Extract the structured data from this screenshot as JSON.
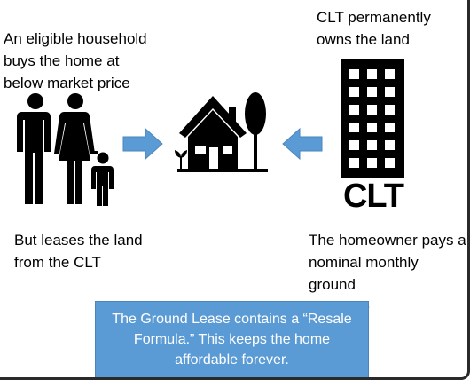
{
  "labels": {
    "left_top": "An eligible household\nbuys the home at\nbelow market price",
    "right_top": "CLT permanently\nowns the land",
    "left_bottom": "But leases the land\nfrom the CLT",
    "right_bottom": "The homeowner pays a\nnominal monthly ground\nlease fee",
    "clt": "CLT"
  },
  "note": "The Ground Lease contains a “Resale Formula.” This keeps the home affordable forever.",
  "colors": {
    "arrow": "#5b9bd5",
    "note_bg": "#5b9bd5",
    "icons": "#000000"
  },
  "icons": [
    "family-icon",
    "house-icon",
    "office-building-icon",
    "arrow-right-icon",
    "arrow-left-icon"
  ]
}
